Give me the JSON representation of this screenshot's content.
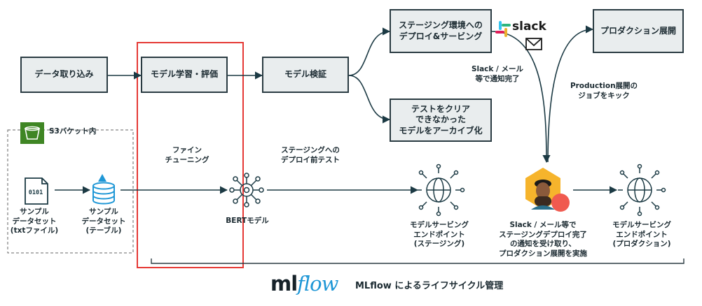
{
  "boxes": {
    "ingest": "データ取り込み",
    "train": "モデル学習・評価",
    "validate": "モデル検証",
    "staging_deploy": "ステージング環境への\nデプロイ&サービング",
    "archive": "テストをクリア\nできなかった\nモデルをアーカイブ化",
    "prod_deploy": "プロダクション展開"
  },
  "labels": {
    "s3_bucket": "S3バケット内",
    "sample_txt": "サンプル\nデータセット\n(txtファイル)",
    "sample_table": "サンプル\nデータセット\n(テーブル)",
    "fine_tuning": "ファイン\nチューニング",
    "bert": "BERTモデル",
    "pre_deploy_test": "ステージングへの\nデプロイ前テスト",
    "endpoint_staging": "モデルサービング\nエンドポイント\n(ステージング)",
    "slack_notify": "Slack / メール\n等で通知完了",
    "prod_kick": "Production展開の\nジョブをキック",
    "human_action": "Slack / メール等で\nステージングデプロイ完了\nの通知を受け取り、\nプロダクション展開を実施",
    "endpoint_prod": "モデルサービング\nエンドポイント\n(プロダクション)",
    "file_code": "0101",
    "slack_logo": "slack"
  },
  "footer": {
    "logo_ml": "ml",
    "logo_flow": "flow",
    "caption": "MLflow によるライフサイクル管理"
  },
  "colors": {
    "box_fill": "#e9edee",
    "box_border": "#2a3b42",
    "arrow": "#1c3a44",
    "highlight": "#e53935",
    "s3_green": "#3f8624",
    "delta_blue": "#1f97d6",
    "mlflow_blue": "#1f97d6",
    "avatar_orange": "#f6b42c",
    "avatar_badge": "#f05a4f"
  },
  "icons": [
    "s3-bucket-icon",
    "file-icon",
    "delta-table-icon",
    "bert-model-icon",
    "globe-endpoint-icon",
    "slack-icon",
    "mail-icon",
    "person-avatar-icon"
  ]
}
